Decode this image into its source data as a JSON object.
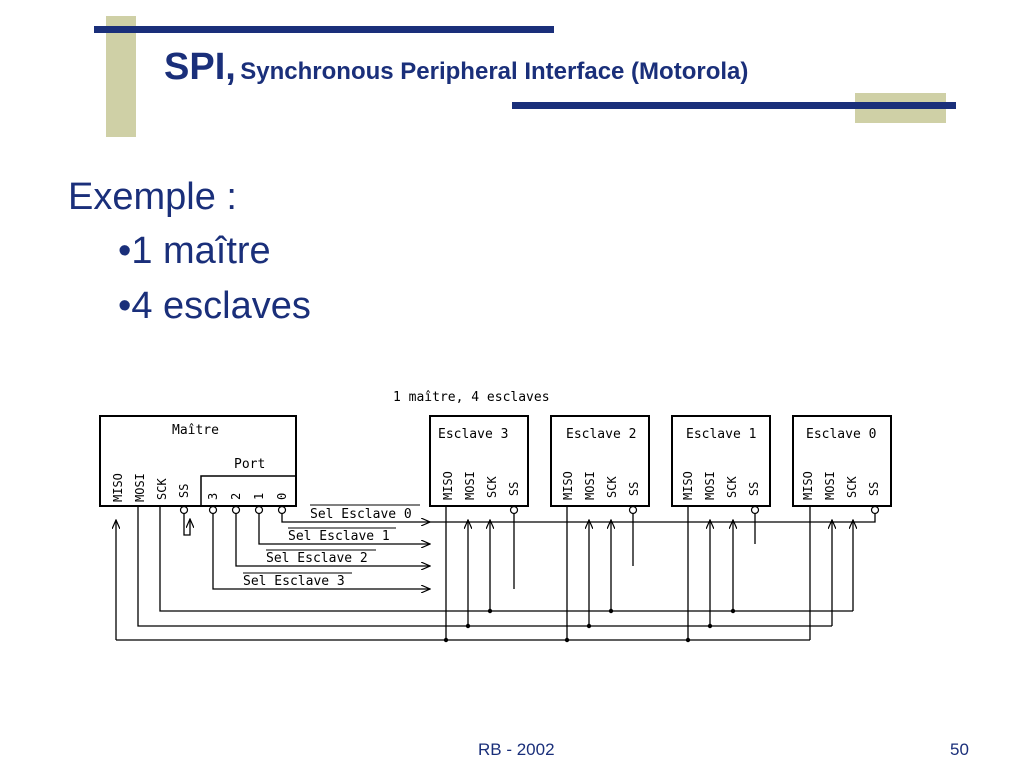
{
  "slide": {
    "title_main": "SPI,",
    "title_sub": "Synchronous Peripheral Interface (Motorola)",
    "heading": "Exemple :",
    "bullets": [
      "1 maître",
      "4 esclaves"
    ],
    "footer": "RB - 2002",
    "page_number": "50",
    "colors": {
      "accent_navy": "#1a2f7a",
      "accent_khaki": "#cfd0a6"
    }
  },
  "diagram": {
    "caption": "1 maître, 4 esclaves",
    "master": {
      "label": "Maître",
      "port_label": "Port",
      "pins": [
        "MISO",
        "MOSI",
        "SCK",
        "SS"
      ],
      "port_pins": [
        "3",
        "2",
        "1",
        "0"
      ]
    },
    "slaves": [
      {
        "label": "Esclave 3",
        "pins": [
          "MISO",
          "MOSI",
          "SCK",
          "SS"
        ]
      },
      {
        "label": "Esclave 2",
        "pins": [
          "MISO",
          "MOSI",
          "SCK",
          "SS"
        ]
      },
      {
        "label": "Esclave 1",
        "pins": [
          "MISO",
          "MOSI",
          "SCK",
          "SS"
        ]
      },
      {
        "label": "Esclave 0",
        "pins": [
          "MISO",
          "MOSI",
          "SCK",
          "SS"
        ]
      }
    ],
    "select_lines": [
      "Sel Esclave 0",
      "Sel Esclave 1",
      "Sel Esclave 2",
      "Sel Esclave 3"
    ]
  }
}
